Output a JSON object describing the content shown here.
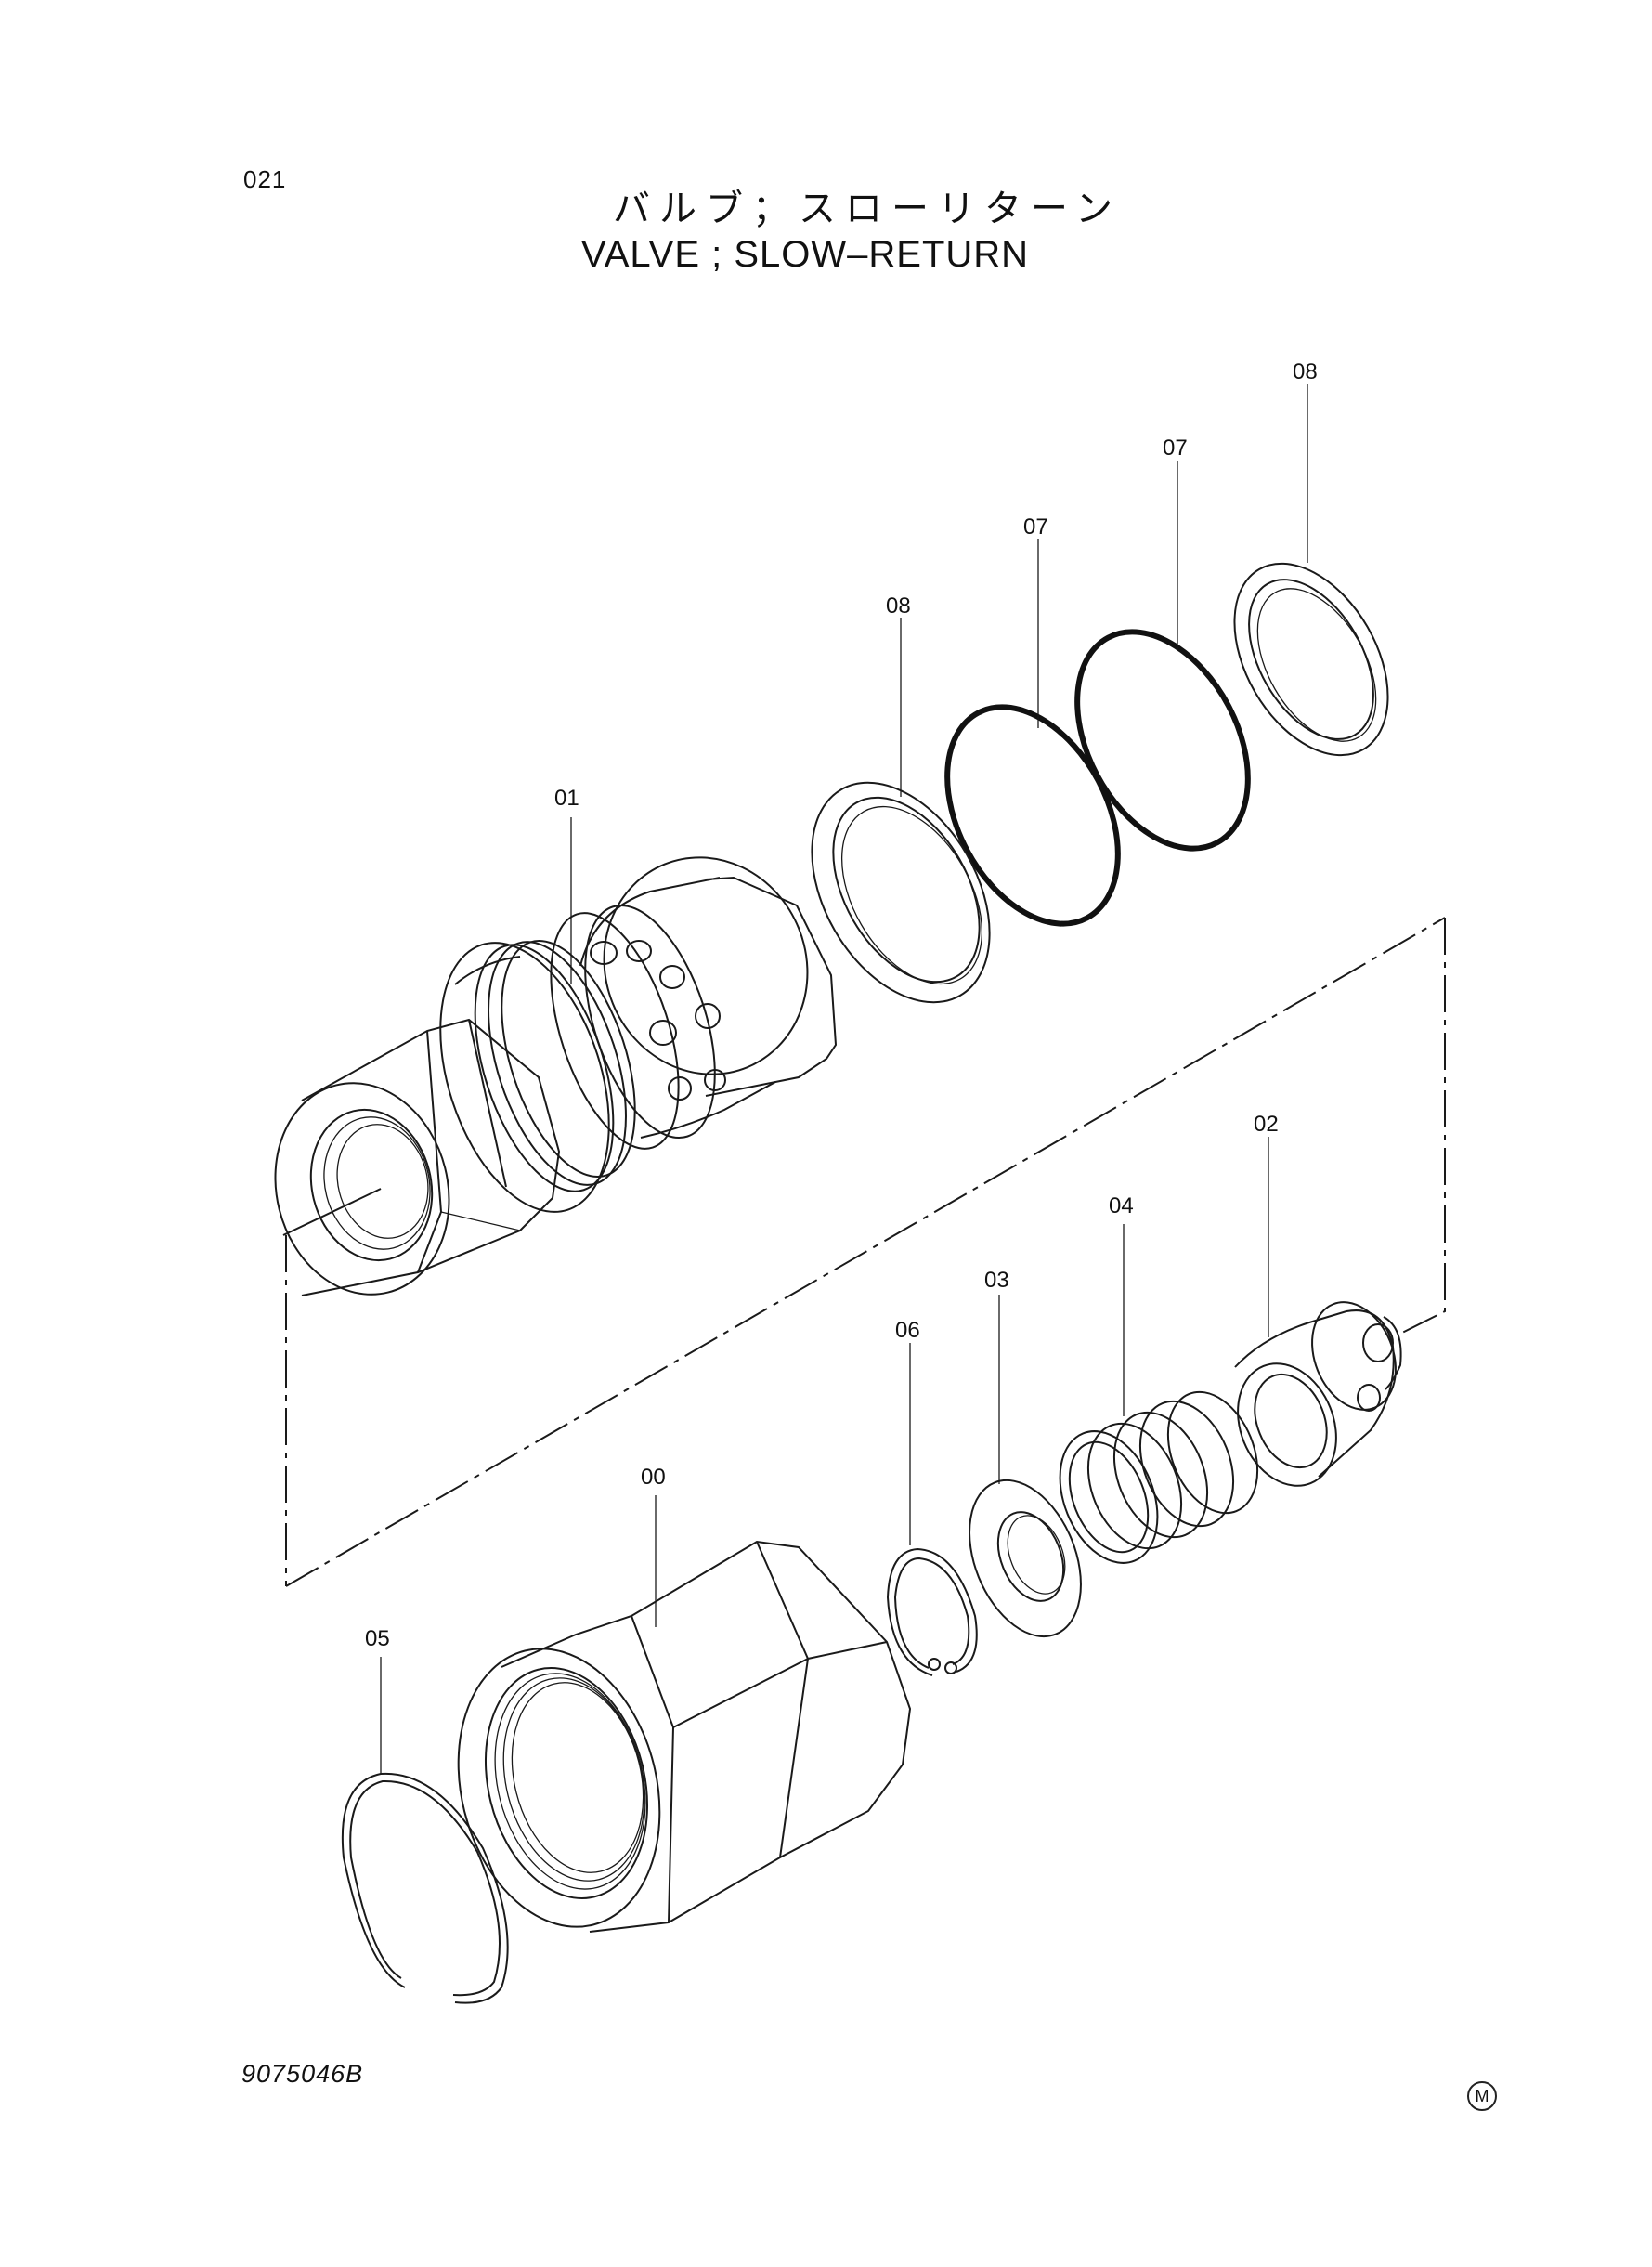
{
  "header": {
    "page_number": "021",
    "title_jp": "バルブ；スローリターン",
    "title_en": "VALVE ;  SLOW–RETURN"
  },
  "callouts": [
    {
      "id": "08",
      "part": "ring (upper right)"
    },
    {
      "id": "07",
      "part": "o-ring (upper right)"
    },
    {
      "id": "07",
      "part": "o-ring"
    },
    {
      "id": "08",
      "part": "ring"
    },
    {
      "id": "01",
      "part": "valve body"
    },
    {
      "id": "02",
      "part": "poppet"
    },
    {
      "id": "04",
      "part": "spring"
    },
    {
      "id": "03",
      "part": "washer"
    },
    {
      "id": "06",
      "part": "snap ring"
    },
    {
      "id": "00",
      "part": "hex nut housing"
    },
    {
      "id": "05",
      "part": "retaining ring"
    }
  ],
  "footer": {
    "drawing_number": "9075046B",
    "mark": "M"
  }
}
